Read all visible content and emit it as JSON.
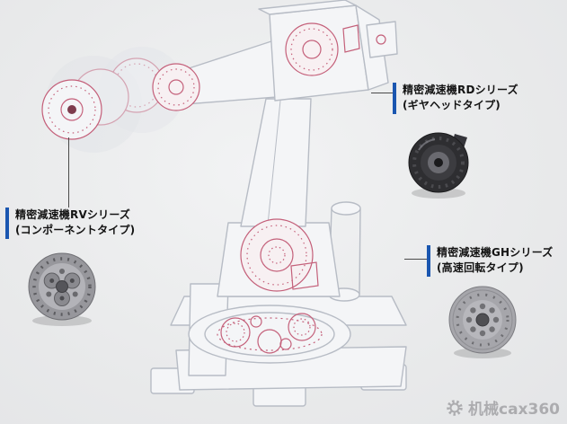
{
  "diagram": {
    "callouts": [
      {
        "id": "rd",
        "title": "精密減速機RDシリーズ",
        "subtitle": "(ギヤヘッドタイプ)"
      },
      {
        "id": "rv",
        "title": "精密減速機RVシリーズ",
        "subtitle": "(コンポーネントタイプ)"
      },
      {
        "id": "gh",
        "title": "精密減速機GHシリーズ",
        "subtitle": "(高速回転タイプ)"
      }
    ],
    "watermark": {
      "text": "机械cax360",
      "icon": "gear-icon"
    },
    "colors": {
      "accent_blue": "#1a56b0",
      "background": "#e9eaeb",
      "robot_outline": "#b7bcc5",
      "robot_accent": "#c4607a",
      "watermark_gray": "#a6a6a9"
    }
  }
}
